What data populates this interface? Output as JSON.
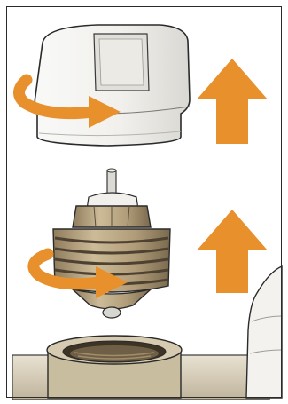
{
  "illustration": {
    "steps": [
      {
        "part": "thermostat-cap",
        "motion": "rotate",
        "direction": "up"
      },
      {
        "part": "valve-insert",
        "motion": "rotate",
        "direction": "up"
      }
    ],
    "colors": {
      "arrow": "#e8902b",
      "cap": "#f6f5f2",
      "brass": "#bba98a",
      "brass_dark": "#6f5f46",
      "outline": "#2a2a2a"
    }
  }
}
